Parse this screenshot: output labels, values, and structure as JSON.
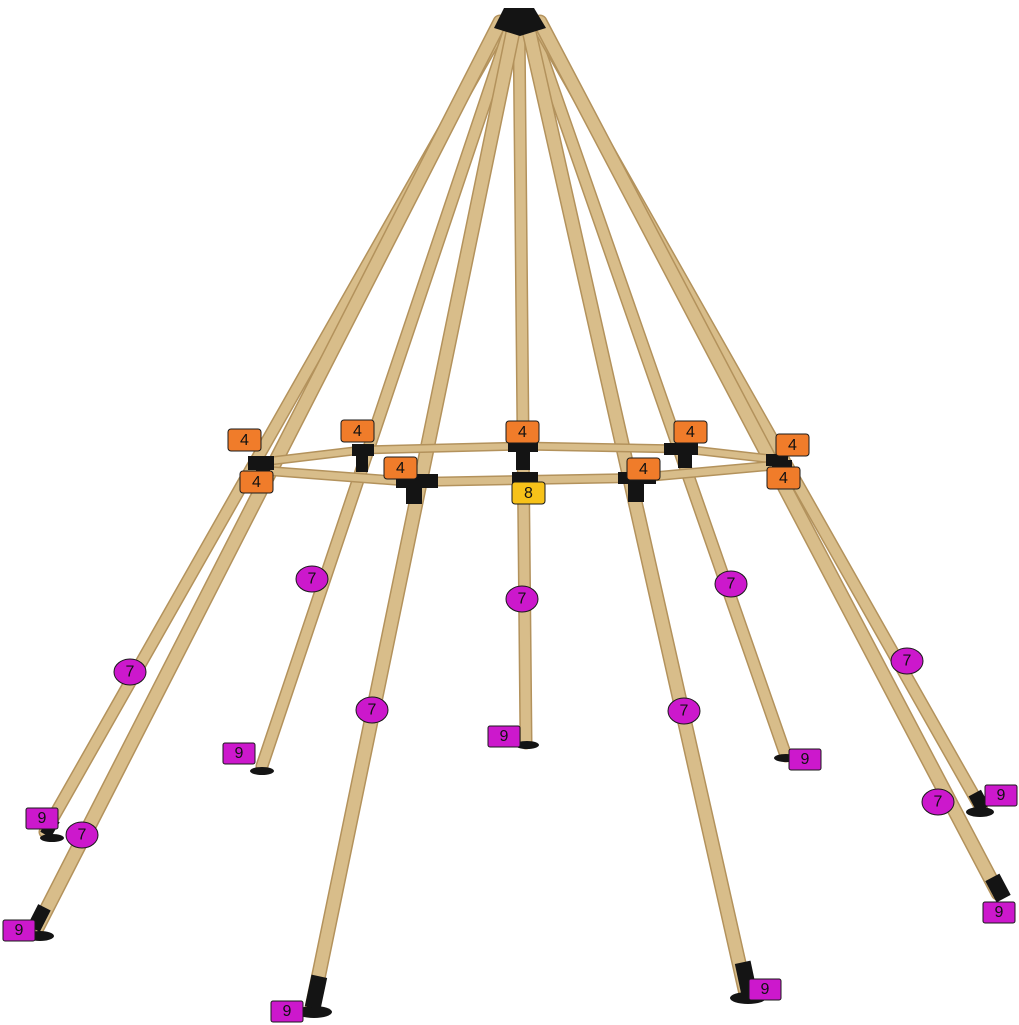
{
  "colors": {
    "timber": "#d8bd8a",
    "timber_edge": "#b3925c",
    "fitting": "#141414",
    "part_4": "#f07c2a",
    "part_8": "#f7c219",
    "part_7": "#cc18cc",
    "part_9": "#cc18cc",
    "outline": "#1a1a1a"
  },
  "labels": {
    "part_4": "4",
    "part_7": "7",
    "part_8": "8",
    "part_9": "9"
  }
}
